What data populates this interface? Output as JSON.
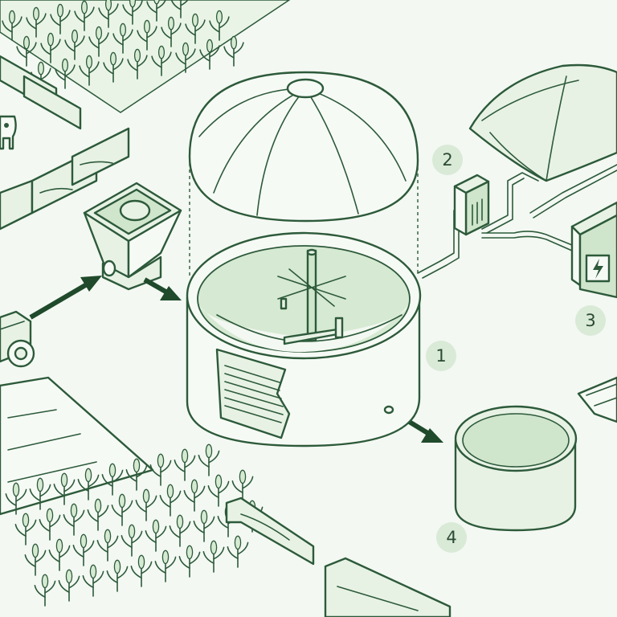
{
  "markers": {
    "digester": "1",
    "gas_treatment": "2",
    "power_unit": "3",
    "digestate_tank": "4"
  },
  "colors": {
    "background": "#f3f8f2",
    "outline": "#2d5a3a",
    "fill_light": "#e7f2e5",
    "fill_medium": "#cfe5cc",
    "marker_fill": "#d9ead7",
    "arrow": "#1f4a2b"
  },
  "icons": {
    "power_unit_panel": "lightning-bolt-icon"
  }
}
